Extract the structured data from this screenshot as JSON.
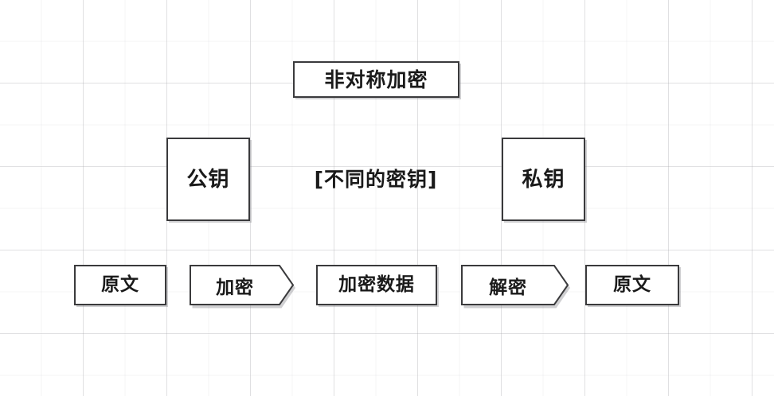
{
  "diagram": {
    "title": "非对称加密",
    "annotation": "[不同的密钥]",
    "keys": [
      {
        "id": "public-key",
        "label": "公钥"
      },
      {
        "id": "private-key",
        "label": "私钥"
      }
    ],
    "flow": [
      {
        "id": "plaintext-in",
        "label": "原文",
        "shape": "rectangle"
      },
      {
        "id": "encrypt",
        "label": "加密",
        "shape": "chevron"
      },
      {
        "id": "ciphertext",
        "label": "加密数据",
        "shape": "rectangle"
      },
      {
        "id": "decrypt",
        "label": "解密",
        "shape": "chevron"
      },
      {
        "id": "plaintext-out",
        "label": "原文",
        "shape": "rectangle"
      }
    ]
  },
  "colors": {
    "background": "#ffffff",
    "grid_line": "#a0a0a5",
    "stroke": "#3a3a3c",
    "text": "#1a1a1a",
    "shadow": "#787880"
  }
}
